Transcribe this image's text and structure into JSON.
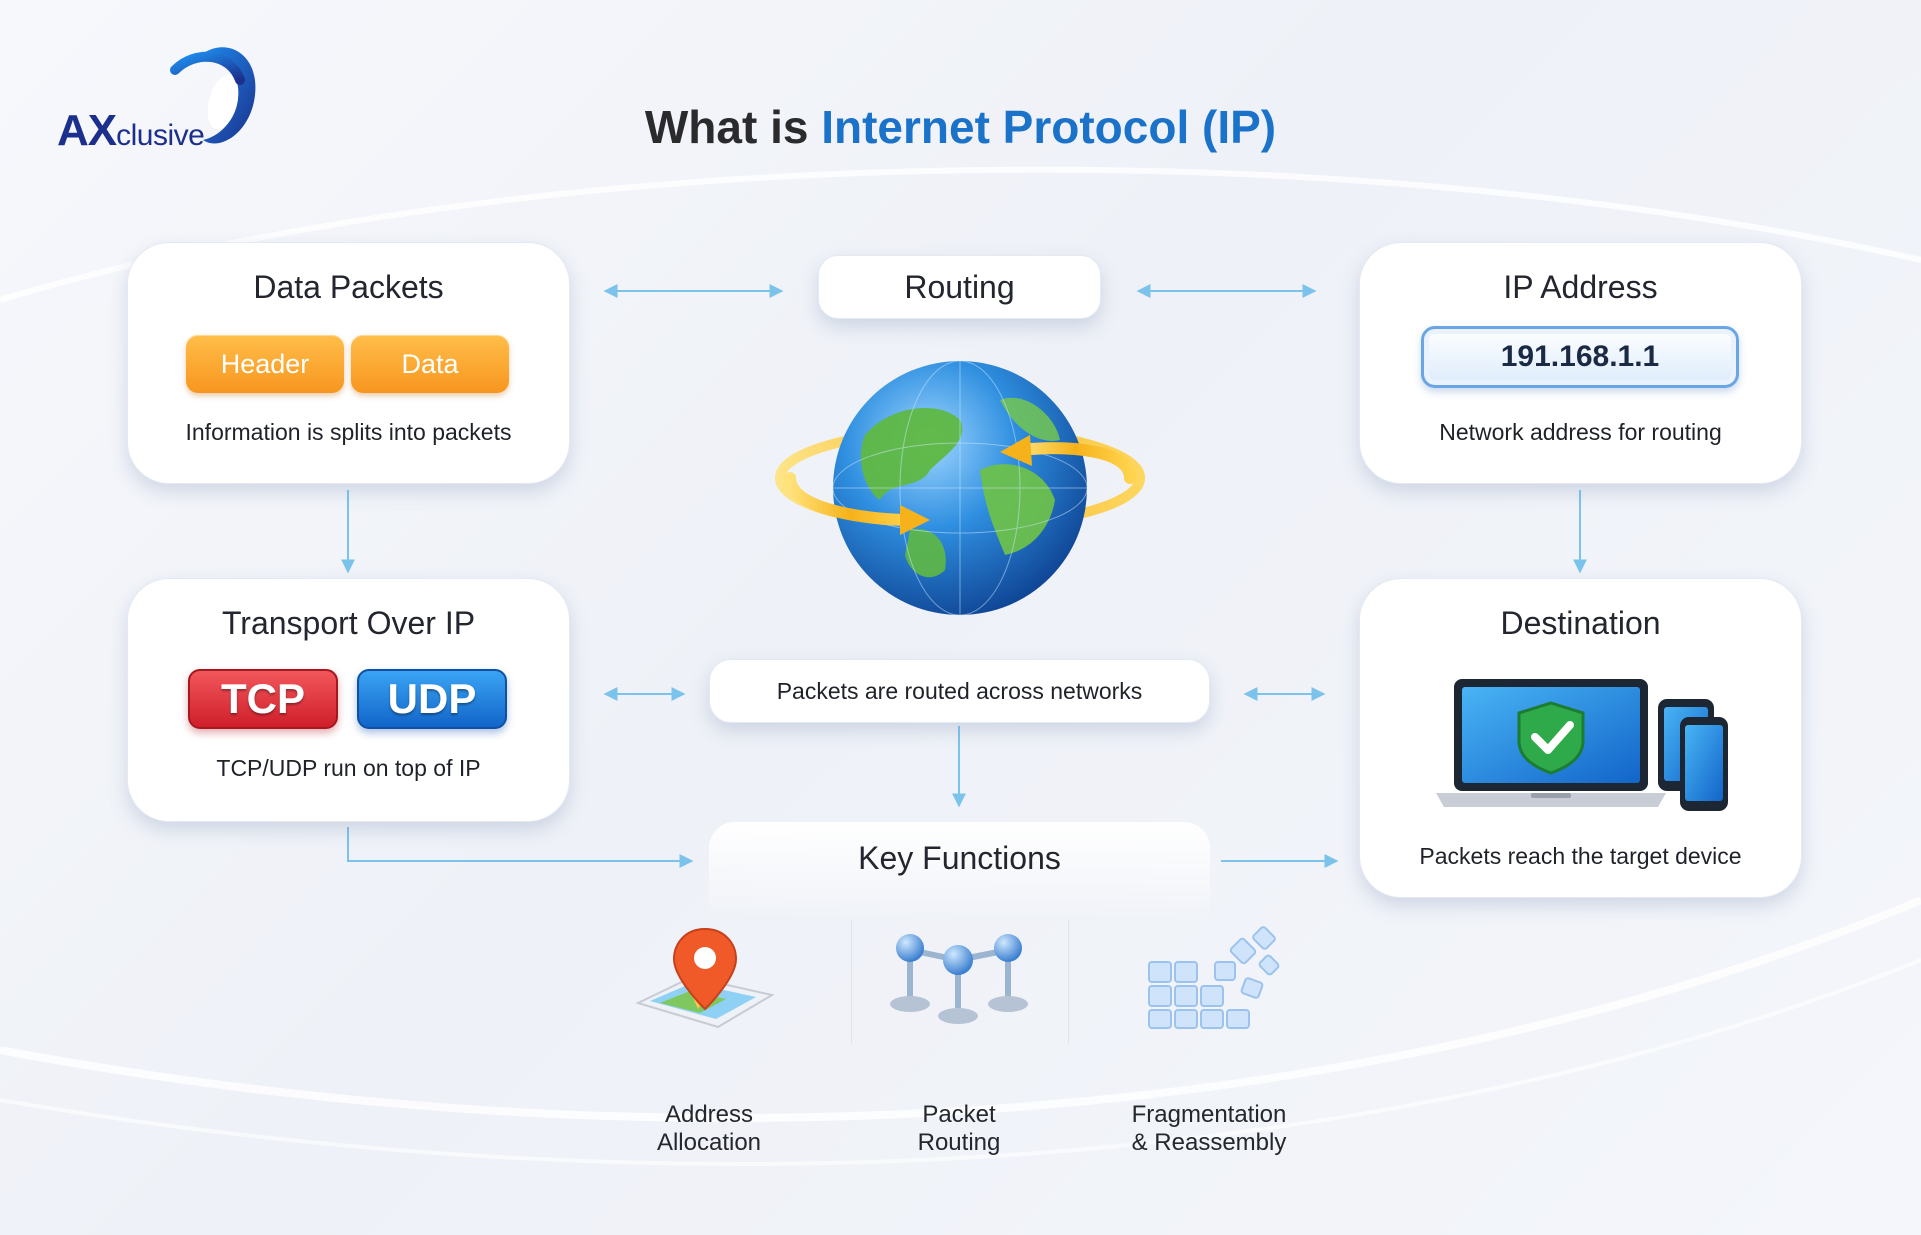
{
  "logo": {
    "text_bold": "AX",
    "text_rest": "clusive"
  },
  "title": {
    "prefix": "What is ",
    "highlight": "Internet Protocol (IP)"
  },
  "data_packets": {
    "title": "Data Packets",
    "header_label": "Header",
    "data_label": "Data",
    "description": "Information is splits into packets"
  },
  "routing": {
    "title": "Routing"
  },
  "ip_address": {
    "title": "IP Address",
    "value": "191.168.1.1",
    "description": "Network address for routing"
  },
  "transport": {
    "title": "Transport Over IP",
    "tcp_label": "TCP",
    "udp_label": "UDP",
    "description": "TCP/UDP run on top of IP"
  },
  "routed": {
    "description": "Packets are routed across networks"
  },
  "destination": {
    "title": "Destination",
    "description": "Packets reach the target device"
  },
  "key_functions": {
    "title": "Key Functions",
    "items": [
      {
        "line1": "Address",
        "line2": "Allocation",
        "icon": "map-pin-icon"
      },
      {
        "line1": "Packet",
        "line2": "Routing",
        "icon": "network-nodes-icon"
      },
      {
        "line1": "Fragmentation",
        "line2": "& Reassembly",
        "icon": "fragment-blocks-icon"
      }
    ]
  },
  "colors": {
    "accent_blue": "#1a72c9",
    "connector": "#7cc3ec",
    "orange": "#f7961f",
    "tcp_red": "#d8262f",
    "udp_blue": "#1b74d6"
  }
}
